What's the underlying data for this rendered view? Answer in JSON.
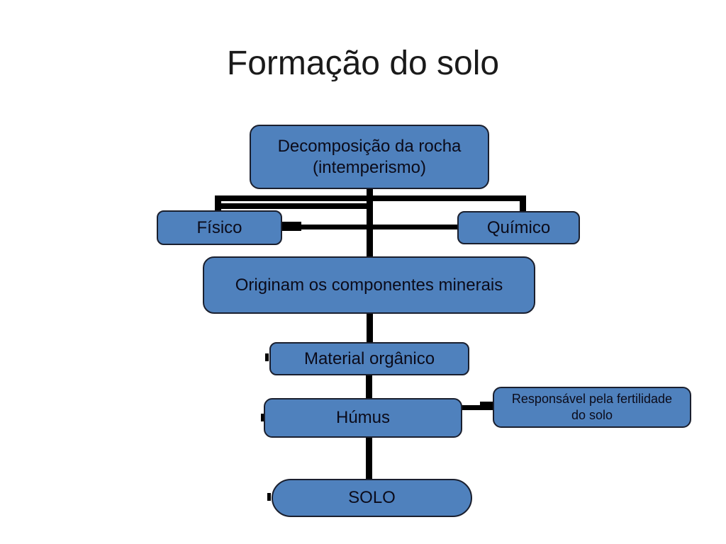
{
  "title": "Formação do solo",
  "diagram": {
    "nodes": {
      "decomposicao": {
        "line1": "Decomposição da rocha",
        "line2": "(intemperismo)"
      },
      "fisico": {
        "label": "Físico"
      },
      "quimico": {
        "label": "Químico"
      },
      "originam": {
        "label": "Originam os componentes minerais"
      },
      "material": {
        "label": "Material orgânico"
      },
      "humus": {
        "label": "Húmus"
      },
      "responsavel": {
        "line1": "Responsável pela fertilidade",
        "line2": "do solo"
      },
      "solo": {
        "label": "SOLO"
      }
    },
    "colors": {
      "background": "#ffffff",
      "node_fill": "#4f81bd",
      "node_border": "#1a1f2e",
      "connector": "#000000",
      "text": "#0b0b1a",
      "title_text": "#1a1a1a"
    }
  }
}
